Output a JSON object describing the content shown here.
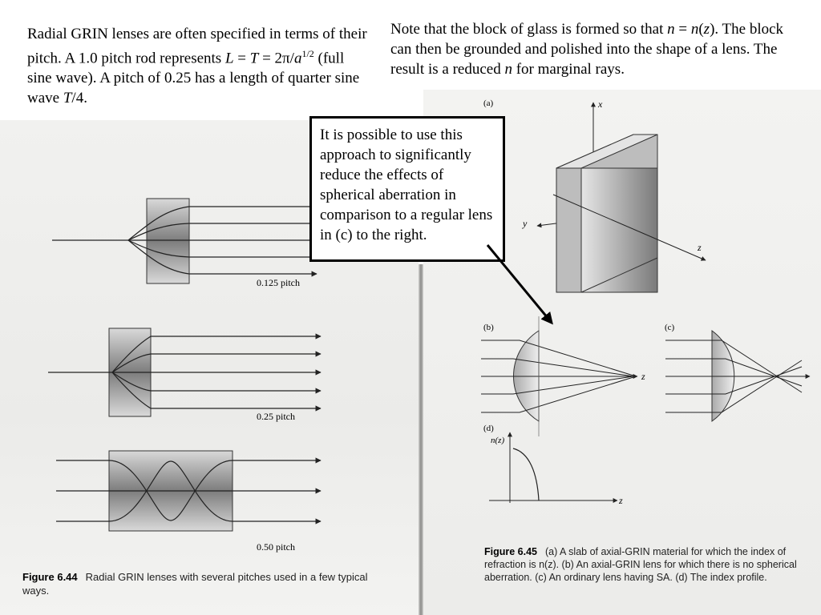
{
  "slide": {
    "intro": {
      "p1": "Radial GRIN lenses are often specified in terms of their pitch. A 1.0 pitch rod represents ",
      "L": "L",
      "eq1": " = ",
      "T": "T",
      "eq2": " = 2π/",
      "a": "a",
      "exp": "1/2",
      "p2": " (full sine wave). A pitch of 0.25 has a length of quarter sine wave ",
      "T2": "T",
      "p3": "/4."
    },
    "note": {
      "p1": "Note that the block of glass is formed so that ",
      "n1": "n",
      "eq": " = ",
      "n2": "n",
      "paren_open": "(",
      "z": "z",
      "p2": "). The block can then be grounded and polished into the shape of a lens. The result is a reduced ",
      "n3": "n",
      "p3": " for marginal rays."
    },
    "callout": "It is possible to use this approach to significantly reduce the effects of spherical aberration in comparison to a regular lens in (c) to the right."
  },
  "figure_6_44": {
    "pitch_labels": [
      "0.125 pitch",
      "0.25 pitch",
      "0.50 pitch"
    ],
    "caption_label": "Figure 6.44",
    "caption_text": "Radial GRIN lenses with several pitches used in a few typical ways."
  },
  "figure_6_45": {
    "panel_labels": {
      "a": "(a)",
      "b": "(b)",
      "c": "(c)",
      "d": "(d)"
    },
    "axis_labels": {
      "x": "x",
      "y": "y",
      "z": "z",
      "nz": "n(z)"
    },
    "caption_label": "Figure 6.45",
    "caption_text": "(a) A slab of axial-GRIN material for which the index of refraction is n(z). (b) An axial-GRIN lens for which there is no spherical aberration. (c) An ordinary lens having SA. (d) The index profile."
  }
}
